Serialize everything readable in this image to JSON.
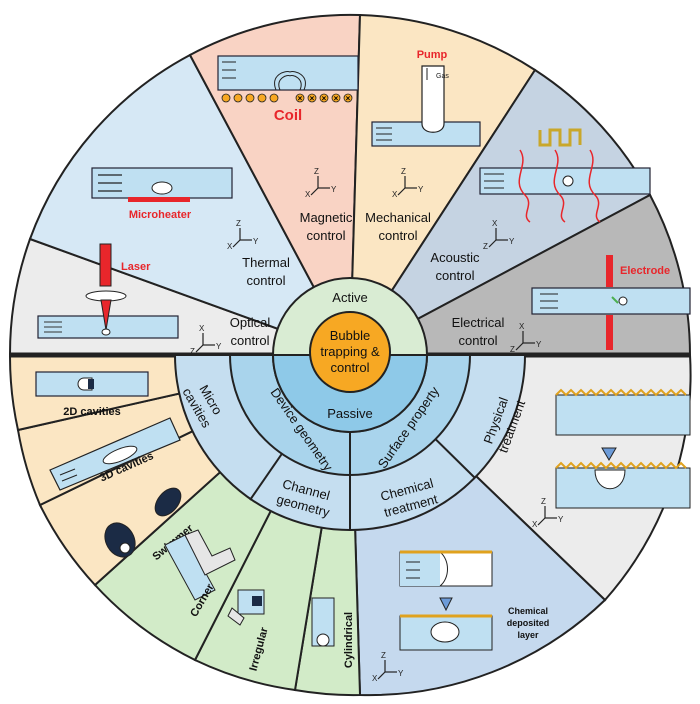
{
  "center": {
    "line1": "Bubble",
    "line2": "trapping &",
    "line3": "control"
  },
  "ring": {
    "active": "Active",
    "passive": "Passive"
  },
  "passive_ring2": {
    "device_geometry": "Device geometry",
    "surface_property": "Surface property"
  },
  "passive_ring3": {
    "micro_cavities": [
      "Micro",
      "cavities"
    ],
    "channel_geometry": [
      "Channel",
      "geometry"
    ],
    "chemical_treatment": [
      "Chemical",
      "treatment"
    ],
    "physical_treatment": [
      "Physical",
      "treatment"
    ]
  },
  "active_sectors": {
    "optical": [
      "Optical",
      "control"
    ],
    "thermal": [
      "Thermal",
      "control"
    ],
    "magnetic": [
      "Magnetic",
      "control"
    ],
    "mechanical": [
      "Mechanical",
      "control"
    ],
    "acoustic": [
      "Acoustic",
      "control"
    ],
    "electrical": [
      "Electrical",
      "control"
    ]
  },
  "outer_labels": {
    "laser": "Laser",
    "microheater": "Microheater",
    "coil": "Coil",
    "pump": "Pump",
    "gas": "Gas",
    "electrode": "Electrode",
    "cavities_2d": "2D cavities",
    "cavities_3d": "3D cavities",
    "swimmer": "Swimmer",
    "corner": "Corner",
    "irregular": "Irregular",
    "cylindrical": "Cylindrical",
    "chemical_layer": [
      "Chemical",
      "deposited",
      "layer"
    ]
  },
  "axis_letters": {
    "x": "X",
    "y": "Y",
    "z": "Z"
  },
  "colors": {
    "active_ring": "#d9ecd3",
    "passive_ring": "#8ec9e8",
    "center": "#f7a823",
    "optical_bg": "#ececec",
    "thermal_bg": "#d6e8f5",
    "magnetic_bg": "#f9d3c4",
    "mechanical_bg": "#fbe6c3",
    "acoustic_bg": "#c5d3e2",
    "electrical_bg": "#b8b8b8",
    "cavity_bg": "#fbe6c3",
    "channel_bg": "#d2ebc8",
    "chemical_bg": "#c5d9ee",
    "physical_bg": "#ececec"
  }
}
